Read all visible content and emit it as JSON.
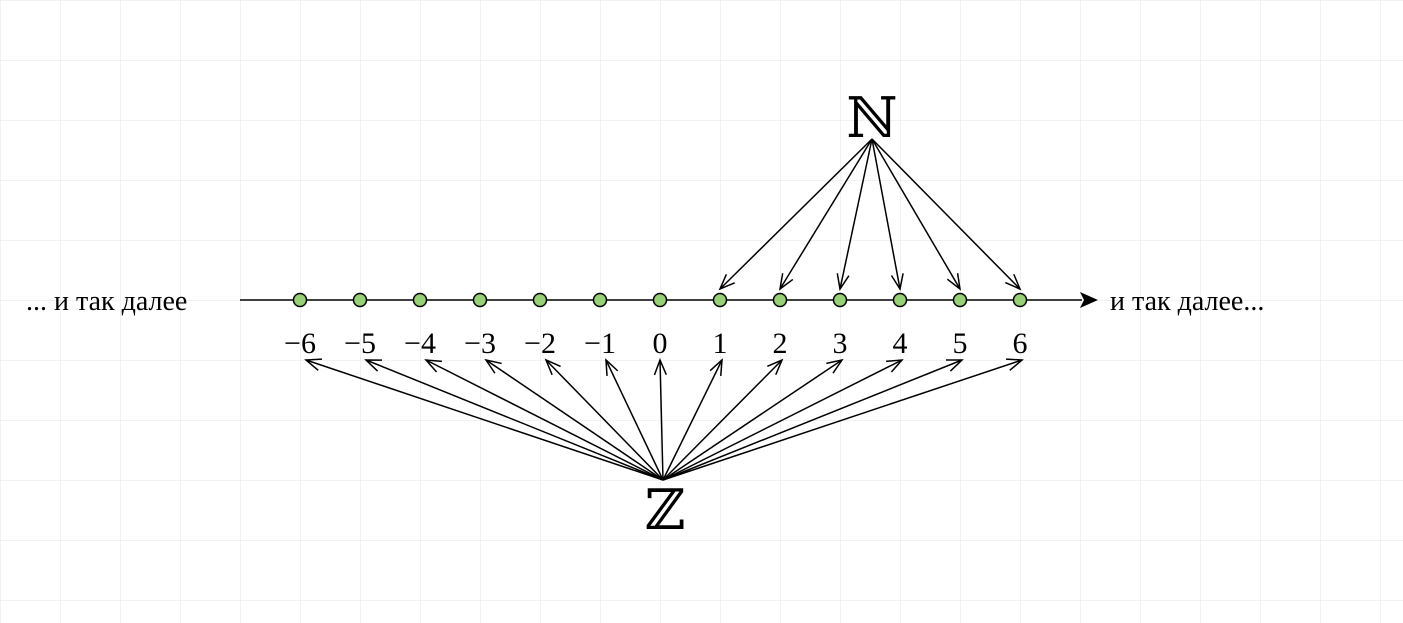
{
  "diagram": {
    "left_label": "...  и так далее",
    "right_label": "и так далее...",
    "naturals_symbol": "ℕ",
    "integers_symbol": "ℤ",
    "ticks": [
      "−6",
      "−5",
      "−4",
      "−3",
      "−2",
      "−1",
      "0",
      "1",
      "2",
      "3",
      "4",
      "5",
      "6"
    ],
    "naturals_targets": [
      1,
      2,
      3,
      4,
      5,
      6
    ],
    "integers_targets": [
      -6,
      -5,
      -4,
      -3,
      -2,
      -1,
      0,
      1,
      2,
      3,
      4,
      5,
      6
    ],
    "colors": {
      "grid": "#e6e6e6",
      "line": "#000000",
      "point_fill": "#97d077",
      "point_stroke": "#000000"
    }
  }
}
